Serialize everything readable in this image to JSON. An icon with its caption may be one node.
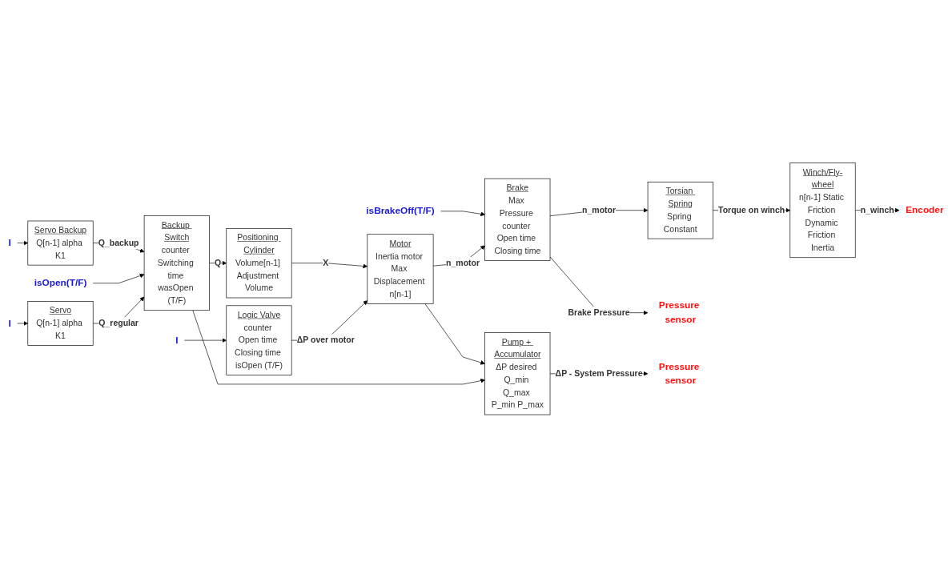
{
  "diagram": {
    "nodes": [
      {
        "text": [
          "Servo",
          "Q[n-1] alpha K1"
        ]
      },
      {
        "text": [
          "I"
        ]
      },
      {
        "text": [
          "Logic Valve",
          "counter Open time Closing time isOpen (T/F)"
        ]
      },
      {
        "text": [
          "I"
        ]
      },
      {
        "text": [
          "Backup Switch",
          "counter Switching time wasOpen (T/F)"
        ]
      },
      {
        "text": [
          "isOpen(T/F)"
        ]
      },
      {
        "text": [
          "Positioning Cylinder",
          "Volume[n-1] Adjustment Volume"
        ]
      },
      {
        "text": [
          "Motor",
          "Inertia motor Max Displacement n[n-1]"
        ]
      },
      {
        "text": [
          "Brake",
          "Max Pressure counter Open time Closing time"
        ]
      },
      {
        "text": [
          "Torsian Spring",
          "Spring Constant"
        ]
      },
      {
        "text": [
          "Winch/Fly-wheel",
          "n[n-1] Static Friction Dynamic Friction Inertia"
        ]
      },
      {
        "text": [
          "Encoder"
        ]
      },
      {
        "text": [
          "Pressure sensor"
        ]
      },
      {
        "text": [
          "Servo Backup",
          "Q[n-1] alpha K1"
        ]
      },
      {
        "text": [
          "I"
        ]
      },
      {
        "text": [
          "Pump + Accumulator",
          "ΔP desired Q_min Q_max P_min P_max"
        ]
      },
      {
        "text": [
          "Pressure sensor"
        ]
      },
      {
        "text": [
          "isBrakeOff(T/F)"
        ]
      }
    ],
    "edges": [
      {
        "from": 1,
        "to": 0,
        "arrow": "to"
      },
      {
        "from": 3,
        "to": 2,
        "arrow": "to"
      },
      {
        "from": 0,
        "to": 4,
        "arrow": "to",
        "label": "Q_regular"
      },
      {
        "from": 5,
        "to": 4,
        "arrow": "to"
      },
      {
        "from": 13,
        "to": 4,
        "arrow": "to",
        "label": "Q_backup"
      },
      {
        "from": 14,
        "to": 13,
        "arrow": "to"
      },
      {
        "from": 2,
        "to": 7,
        "arrow": "to",
        "label": "ΔP over motor"
      },
      {
        "from": 4,
        "to": 6,
        "arrow": "to",
        "label": "Q"
      },
      {
        "from": 4,
        "to": 15,
        "arrow": "to"
      },
      {
        "from": 6,
        "to": 7,
        "arrow": "to",
        "label": "X"
      },
      {
        "from": 7,
        "to": 15,
        "arrow": "to"
      },
      {
        "from": 7,
        "to": 8,
        "arrow": "to",
        "label": "n_motor"
      },
      {
        "from": 8,
        "to": 12,
        "arrow": "to",
        "label": "Brake Pressure"
      },
      {
        "from": 8,
        "to": 9,
        "arrow": "to",
        "label": "n_motor"
      },
      {
        "from": 9,
        "to": 10,
        "arrow": "to",
        "label": "Torque on winch"
      },
      {
        "from": 10,
        "to": 11,
        "arrow": "to",
        "label": "n_winch"
      },
      {
        "from": 15,
        "to": 16,
        "arrow": "to",
        "label": "ΔP - System Pressure"
      },
      {
        "from": 17,
        "to": 8,
        "arrow": "to"
      }
    ]
  }
}
